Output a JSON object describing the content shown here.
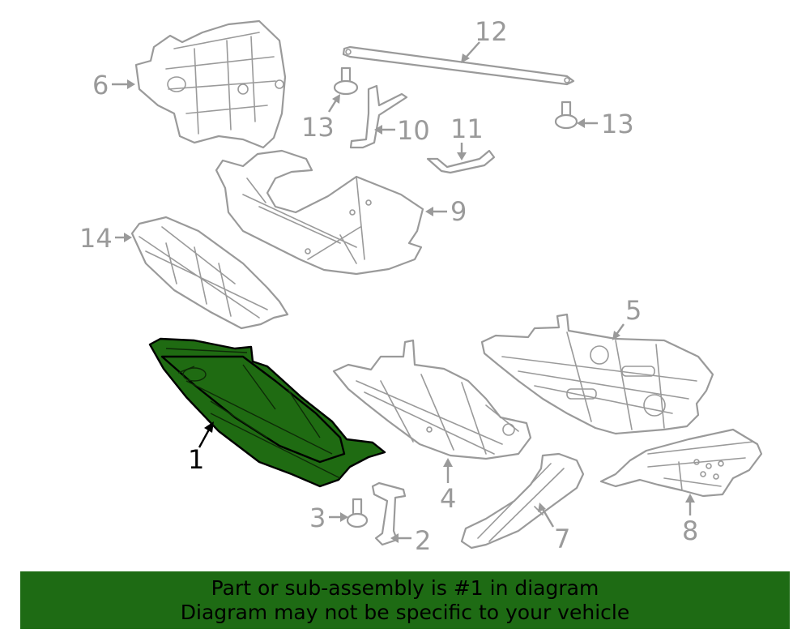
{
  "diagram": {
    "callouts": [
      {
        "id": "1",
        "label": "1",
        "highlighted": true
      },
      {
        "id": "2",
        "label": "2",
        "highlighted": false
      },
      {
        "id": "3",
        "label": "3",
        "highlighted": false
      },
      {
        "id": "4",
        "label": "4",
        "highlighted": false
      },
      {
        "id": "5",
        "label": "5",
        "highlighted": false
      },
      {
        "id": "6",
        "label": "6",
        "highlighted": false
      },
      {
        "id": "7",
        "label": "7",
        "highlighted": false
      },
      {
        "id": "8",
        "label": "8",
        "highlighted": false
      },
      {
        "id": "9",
        "label": "9",
        "highlighted": false
      },
      {
        "id": "10",
        "label": "10",
        "highlighted": false
      },
      {
        "id": "11",
        "label": "11",
        "highlighted": false
      },
      {
        "id": "12",
        "label": "12",
        "highlighted": false
      },
      {
        "id": "13a",
        "label": "13",
        "highlighted": false
      },
      {
        "id": "13b",
        "label": "13",
        "highlighted": false
      },
      {
        "id": "14",
        "label": "14",
        "highlighted": false
      }
    ],
    "colors": {
      "highlight_fill": "#1f6b12",
      "line_art": "#9a9a9a",
      "banner_background": "#1e6b14"
    }
  },
  "banner": {
    "line1": "Part or sub-assembly is #1 in diagram",
    "line2": "Diagram may not be specific to your vehicle"
  }
}
